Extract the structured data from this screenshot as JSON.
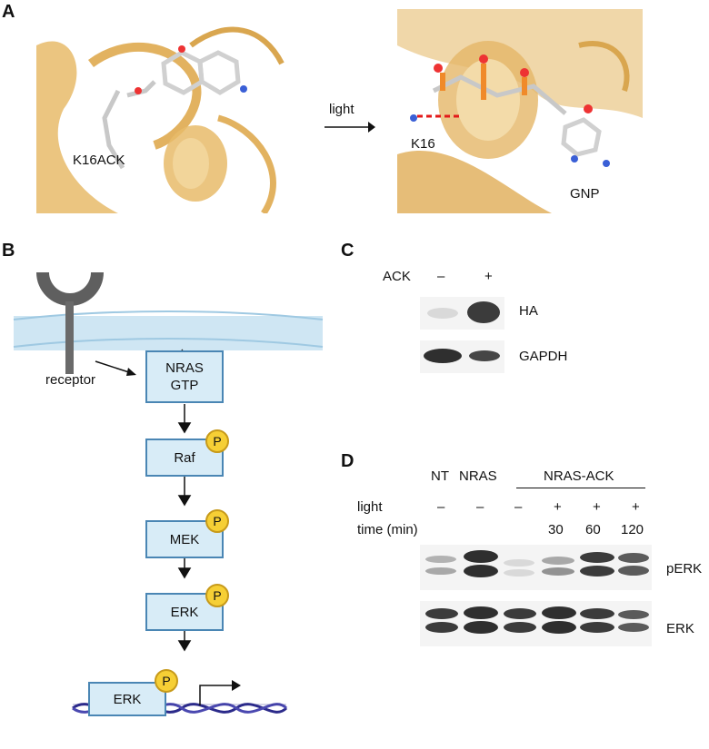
{
  "panels": {
    "a": "A",
    "b": "B",
    "c": "C",
    "d": "D"
  },
  "panel_a": {
    "left_residue_label": "K16ACK",
    "arrow_label": "light",
    "right_residue_label": "K16",
    "ligand_label": "GNP"
  },
  "panel_b": {
    "receptor_label": "receptor",
    "boxes": {
      "nras": "NRAS\nGTP",
      "raf": "Raf",
      "mek": "MEK",
      "erk": "ERK",
      "erk_nucleus": "ERK"
    },
    "phospho_label": "P"
  },
  "panel_c": {
    "row_label": "ACK",
    "lane_marks": [
      "–",
      "+"
    ],
    "bands": [
      "HA",
      "GAPDH"
    ]
  },
  "panel_d": {
    "group_labels": [
      "NT",
      "NRAS",
      "NRAS-ACK"
    ],
    "light_row_label": "light",
    "light_marks": [
      "–",
      "–",
      "–",
      "+",
      "+",
      "+"
    ],
    "time_row_label": "time (min)",
    "time_values": [
      "30",
      "60",
      "120"
    ],
    "bands": [
      "pERK",
      "ERK"
    ]
  },
  "colors": {
    "protein_ribbon": "#e6b86a",
    "box_fill": "#d8ecf7",
    "box_border": "#4a86b4",
    "phospho": "#f6cf35",
    "membrane": "#cfe6f3",
    "dna": "#2b2a8a"
  }
}
